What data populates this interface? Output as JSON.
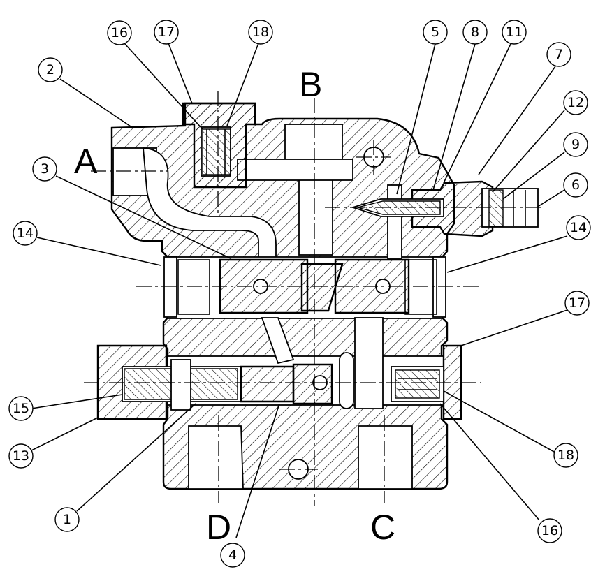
{
  "ports": [
    {
      "id": "port-a",
      "label": "A"
    },
    {
      "id": "port-b",
      "label": "B"
    },
    {
      "id": "port-c",
      "label": "C"
    },
    {
      "id": "port-d",
      "label": "D"
    }
  ],
  "balloons": [
    {
      "id": "balloon-16-top",
      "label": "16"
    },
    {
      "id": "balloon-17-top",
      "label": "17"
    },
    {
      "id": "balloon-18-top",
      "label": "18"
    },
    {
      "id": "balloon-2",
      "label": "2"
    },
    {
      "id": "balloon-5",
      "label": "5"
    },
    {
      "id": "balloon-8",
      "label": "8"
    },
    {
      "id": "balloon-11",
      "label": "11"
    },
    {
      "id": "balloon-7",
      "label": "7"
    },
    {
      "id": "balloon-12",
      "label": "12"
    },
    {
      "id": "balloon-9",
      "label": "9"
    },
    {
      "id": "balloon-6",
      "label": "6"
    },
    {
      "id": "balloon-3",
      "label": "3"
    },
    {
      "id": "balloon-14-left",
      "label": "14"
    },
    {
      "id": "balloon-14-right",
      "label": "14"
    },
    {
      "id": "balloon-17-right",
      "label": "17"
    },
    {
      "id": "balloon-15",
      "label": "15"
    },
    {
      "id": "balloon-13",
      "label": "13"
    },
    {
      "id": "balloon-1",
      "label": "1"
    },
    {
      "id": "balloon-4",
      "label": "4"
    },
    {
      "id": "balloon-18-right",
      "label": "18"
    },
    {
      "id": "balloon-16-bottom",
      "label": "16"
    }
  ]
}
